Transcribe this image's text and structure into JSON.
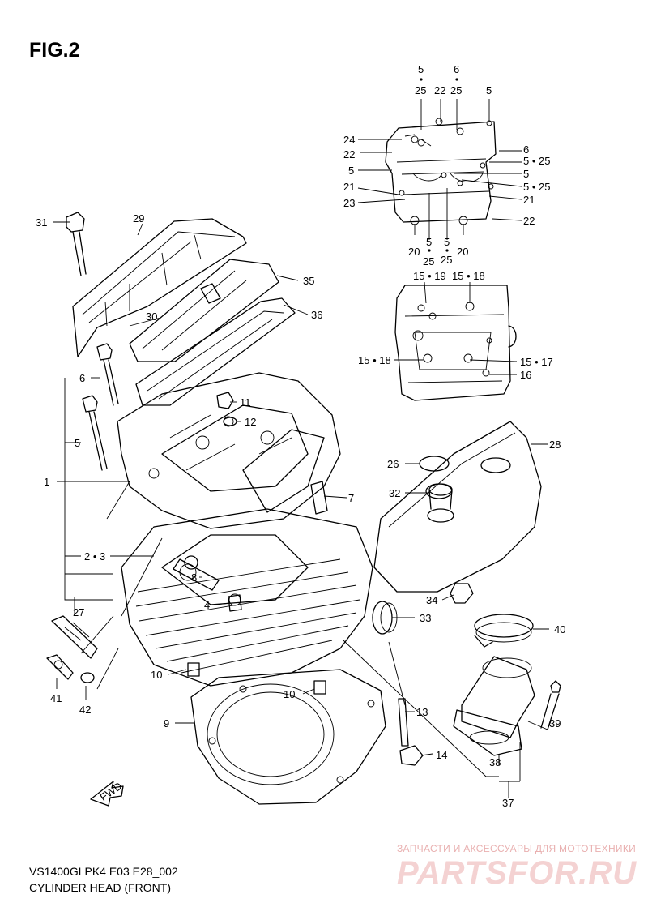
{
  "figure": {
    "title": "FIG.2",
    "code": "VS1400GLPK4 E03 E28_002",
    "name": "CYLINDER HEAD (FRONT)",
    "fwd_label": "FWD"
  },
  "watermark": {
    "tagline": "ЗАПЧАСТИ И АКСЕССУАРЫ ДЛЯ МОТОТЕХНИКИ",
    "brand": "PARTSFOR.RU"
  },
  "callouts": {
    "c1": "1",
    "c23": "2 • 3",
    "c4": "4",
    "c5": "5",
    "c6": "6",
    "c7": "7",
    "c8": "8",
    "c9": "9",
    "c10a": "10",
    "c10b": "10",
    "c11": "11",
    "c12": "12",
    "c13": "13",
    "c14": "14",
    "c26": "26",
    "c27": "27",
    "c28": "28",
    "c29": "29",
    "c30": "30",
    "c31": "31",
    "c32": "32",
    "c33": "33",
    "c34": "34",
    "c35": "35",
    "c36": "36",
    "c37": "37",
    "c38": "38",
    "c39": "39",
    "c40": "40",
    "c41": "41",
    "c42": "42",
    "top_5a": "5",
    "top_25a": "25",
    "top_22a": "22",
    "top_6": "6",
    "top_25b": "25",
    "top_5b": "5",
    "t24": "24",
    "t22a": "22",
    "t5a": "5",
    "t21a": "21",
    "t23": "23",
    "t6": "6",
    "t5_25a": "5 • 25",
    "t5b": "5",
    "t5_25b": "5 • 25",
    "t21b": "21",
    "t22b": "22",
    "b20a": "20",
    "b5": "5",
    "b25a": "25",
    "b5b": "5",
    "b25b": "25",
    "b20b": "20",
    "h1519": "15 • 19",
    "h1518a": "15 • 18",
    "h1518b": "15 • 18",
    "h1517": "15 • 17",
    "h16": "16"
  }
}
